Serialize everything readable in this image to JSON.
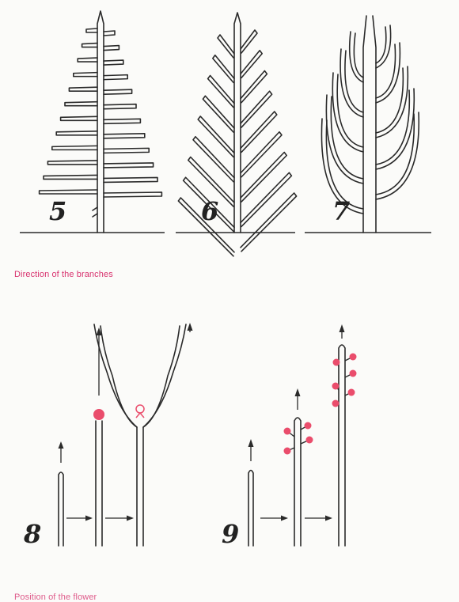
{
  "captions": {
    "direction": "Direction of the branches",
    "position": "Position of the flower"
  },
  "figures": [
    {
      "number": "5",
      "description": "tree with horizontal branches"
    },
    {
      "number": "6",
      "description": "tree with branches angled upward"
    },
    {
      "number": "7",
      "description": "tree with curved upward branches"
    },
    {
      "number": "8",
      "description": "terminal bud growth sequence"
    },
    {
      "number": "9",
      "description": "lateral flower buds growth sequence"
    }
  ],
  "colors": {
    "ink": "#2a2a2a",
    "accent": "#ea4d6c",
    "caption": "#d8336f",
    "paper": "#fbfbf9"
  }
}
